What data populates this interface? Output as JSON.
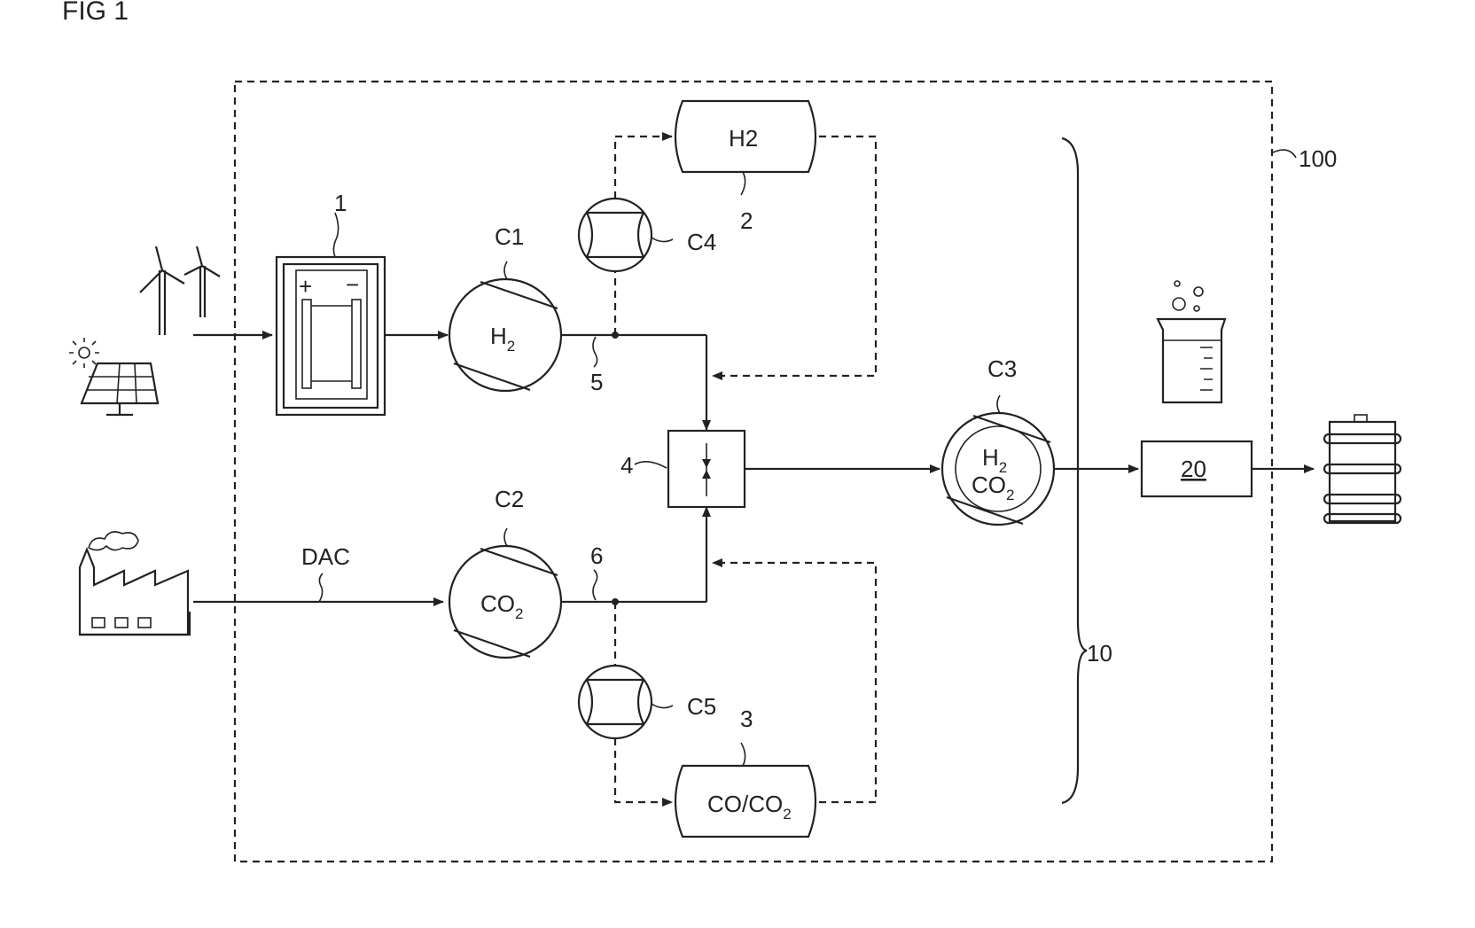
{
  "figure": {
    "title": "FIG 1",
    "ref_system": "100",
    "ref_group": "10",
    "ref_electrolyzer": "1",
    "ref_h2_tank": "2",
    "ref_co_tank": "3",
    "ref_mixer": "4",
    "ref_line_h2": "5",
    "ref_line_co2": "6",
    "ref_reactor": "20",
    "dac_label": "DAC"
  },
  "compressors": {
    "c1": {
      "id": "C1",
      "gas": "H",
      "sub": "2"
    },
    "c2": {
      "id": "C2",
      "gas": "CO",
      "sub": "2"
    },
    "c3": {
      "id": "C3",
      "gas_top": "H",
      "sub_top": "2",
      "gas_bottom": "CO",
      "sub_bottom": "2"
    },
    "c4": {
      "id": "C4"
    },
    "c5": {
      "id": "C5"
    }
  },
  "tanks": {
    "h2": {
      "label": "H2"
    },
    "co": {
      "label": "CO/CO",
      "sub": "2"
    }
  },
  "electrolyzer": {
    "plus": "+",
    "minus": "−"
  },
  "icons": [
    "wind-turbine-icon",
    "solar-panel-icon",
    "factory-icon",
    "beaker-icon",
    "barrel-icon"
  ]
}
